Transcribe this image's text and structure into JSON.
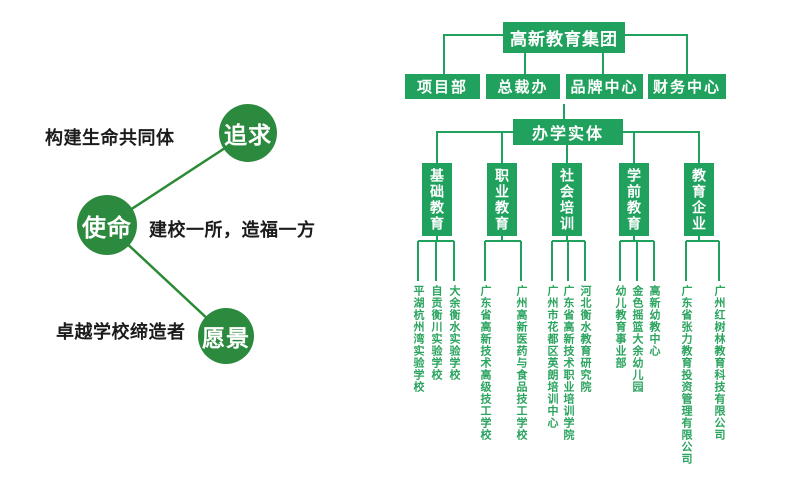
{
  "left_diagram": {
    "pursuit": {
      "label": "追求",
      "caption": "构建生命共同体"
    },
    "mission": {
      "label": "使命",
      "caption": "建校一所，造福一方"
    },
    "vision": {
      "label": "愿景",
      "caption": "卓越学校缔造者"
    }
  },
  "org_chart": {
    "root": "高新教育集团",
    "departments": [
      "项目部",
      "总裁办",
      "品牌中心",
      "财务中心"
    ],
    "entity": "办学实体",
    "categories": [
      {
        "label": "基础教育",
        "children": [
          "平湖杭州湾实验学校",
          "自贡衡川实验学校",
          "大余衡水实验学校"
        ]
      },
      {
        "label": "职业教育",
        "children": [
          "广东省高新技术高级技工学校",
          "广州高新医药与食品技工学校"
        ]
      },
      {
        "label": "社会培训",
        "children": [
          "广州市花都区英朗培训中心",
          "广东省高新技术职业培训学院",
          "河北衡水教育研究院"
        ]
      },
      {
        "label": "学前教育",
        "children": [
          "幼儿教育事业部",
          "金色摇篮大余幼儿园",
          "高新幼教中心"
        ]
      },
      {
        "label": "教育企业",
        "children": [
          "广东省张力教育投资管理有限公司",
          "广州红树林教育科技有限公司"
        ]
      }
    ]
  },
  "colors": {
    "org_green": "#21A15E",
    "leaf_text_green": "#2BA45F",
    "circle_green": "#2C8A3E",
    "left_line_green": "#2B8A34",
    "caption_black": "#1b1b1b"
  }
}
